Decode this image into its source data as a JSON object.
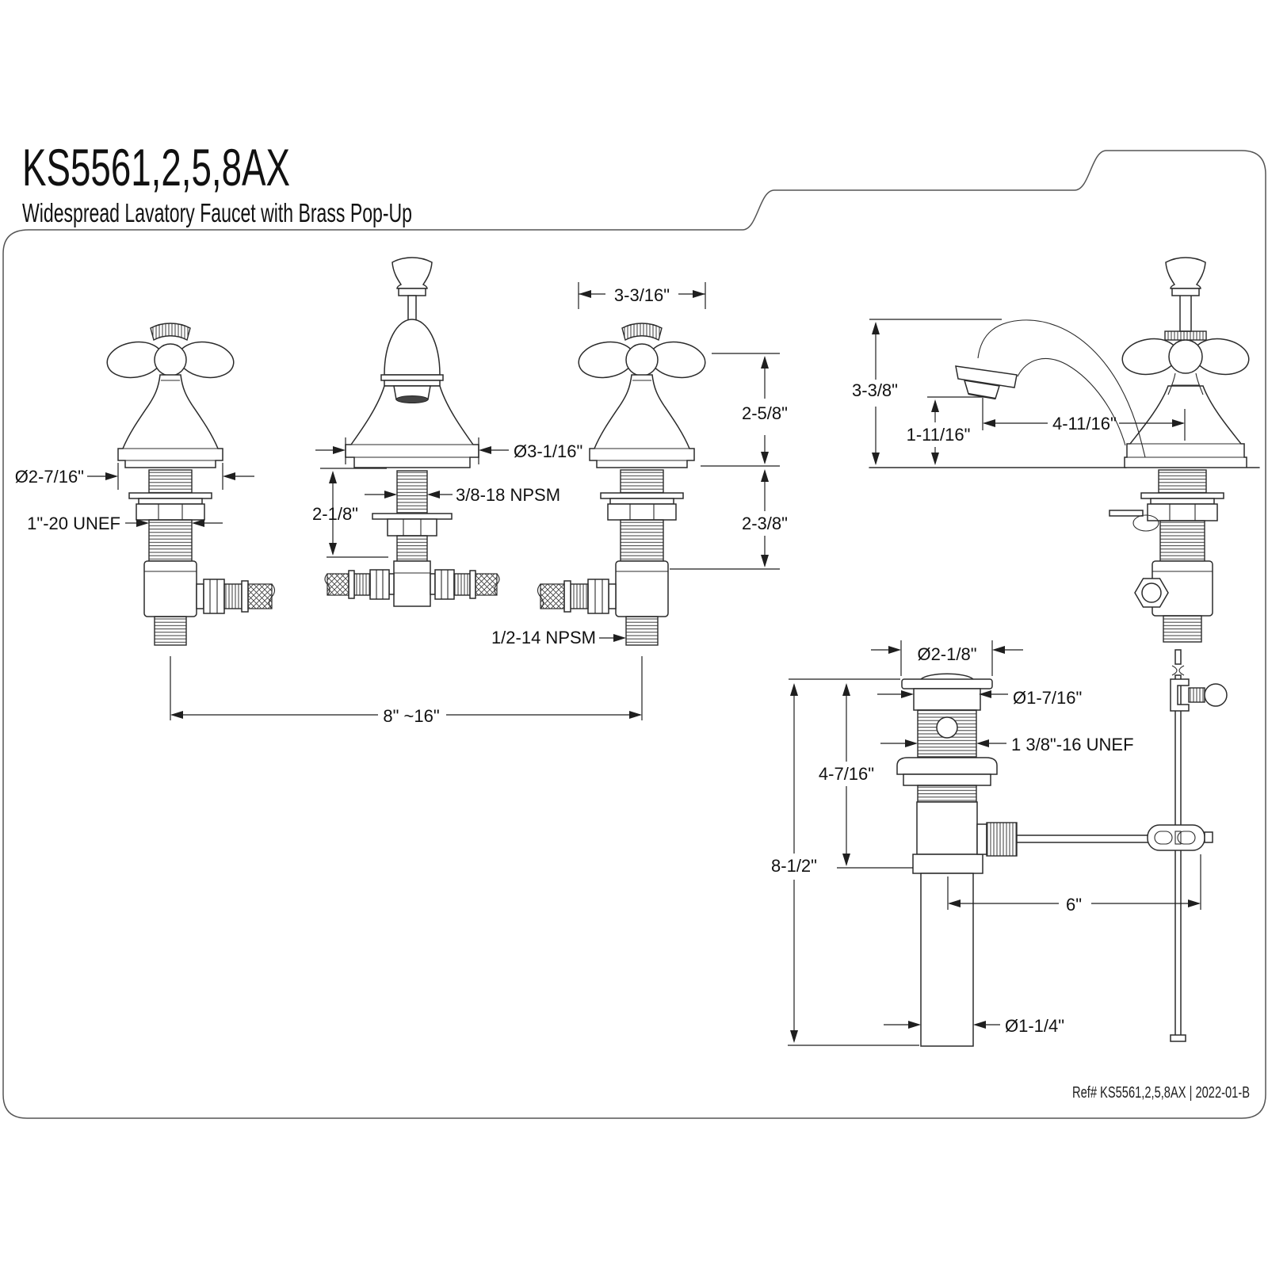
{
  "title": "KS5561,2,5,8AX",
  "subtitle": "Widespread Lavatory Faucet with Brass Pop-Up",
  "ref_note": "Ref# KS5561,2,5,8AX | 2022-01-B",
  "colors": {
    "ink": "#2b2b2b",
    "background": "#ffffff"
  },
  "front_view": {
    "handle_diameter": "Ø2-7/16\"",
    "handle_shank_thread": "1\"-20 UNEF",
    "spout_shank_height": "2-1/8\"",
    "spout_shank_thread": "3/8-18 NPSM",
    "spout_base_diameter": "Ø3-1/16\"",
    "handle_width": "3-3/16\"",
    "handle_height": "2-5/8\"",
    "handle_shank_length": "2-3/8\"",
    "supply_outlet_thread": "1/2-14 NPSM",
    "faucet_spread": "8\" ~16\""
  },
  "side_view": {
    "spout_height": "3-3/8\"",
    "spout_clearance": "1-11/16\"",
    "spout_reach": "4-11/16\""
  },
  "drain_view": {
    "flange_diameter": "Ø2-1/8\"",
    "top_diameter": "Ø1-7/16\"",
    "body_thread": "1 3/8\"-16 UNEF",
    "flange_to_outlet": "4-7/16\"",
    "overall_length": "8-1/2\"",
    "rod_length": "6\"",
    "tailpiece_diameter": "Ø1-1/4\""
  }
}
